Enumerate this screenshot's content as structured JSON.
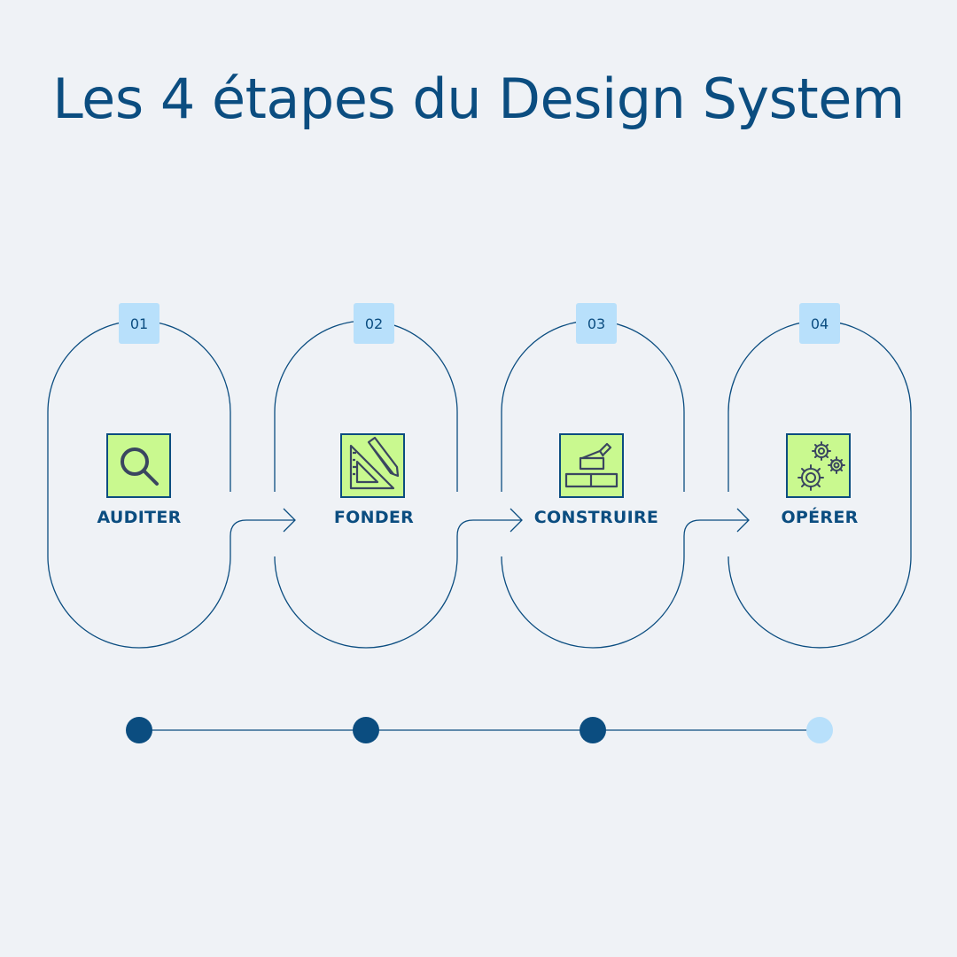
{
  "title": "Les 4 étapes du Design System",
  "colors": {
    "background": "#eff2f6",
    "primary": "#0b4d80",
    "badge": "#b8e0fb",
    "icon_bg": "#c9f98f",
    "dot_active": "#0b4d80",
    "dot_inactive": "#b8e0fb"
  },
  "steps": [
    {
      "number": "01",
      "label": "AUDITER",
      "icon": "magnifier-icon",
      "completed": true
    },
    {
      "number": "02",
      "label": "FONDER",
      "icon": "ruler-pencil-icon",
      "completed": true
    },
    {
      "number": "03",
      "label": "CONSTRUIRE",
      "icon": "brick-trowel-icon",
      "completed": true
    },
    {
      "number": "04",
      "label": "OPÉRER",
      "icon": "gears-icon",
      "completed": false
    }
  ]
}
